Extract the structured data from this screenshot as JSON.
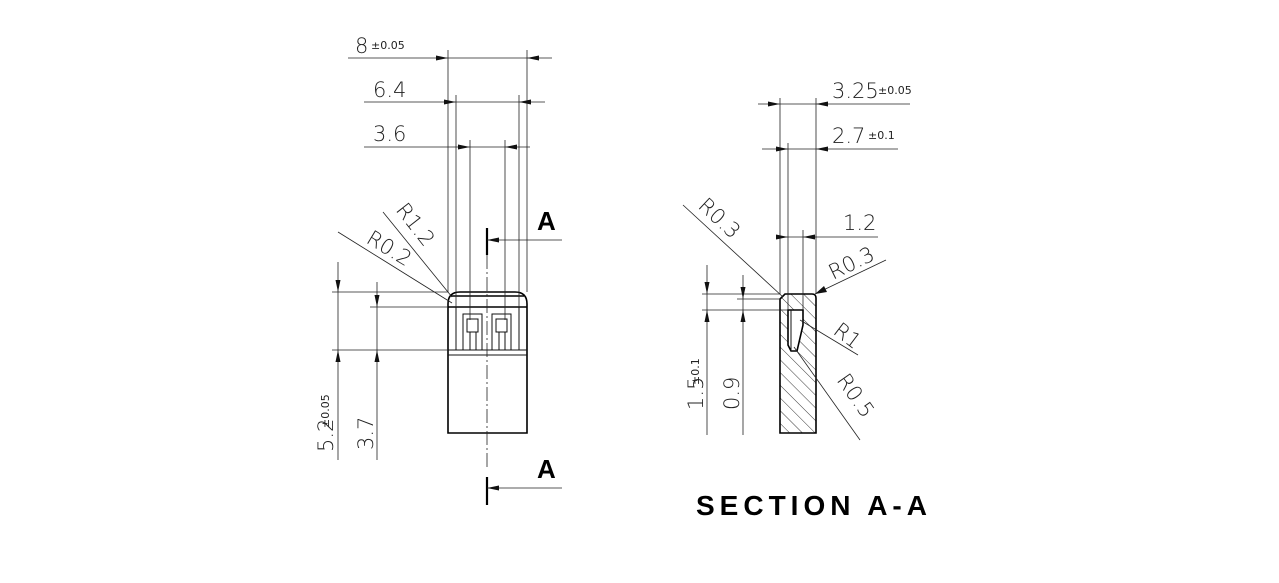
{
  "front_view": {
    "width_overall": "8",
    "width_overall_tol": "±0.05",
    "width_mid": "6.4",
    "width_inner": "3.6",
    "radius_outer": "R1.2",
    "radius_inner": "R0.2",
    "height_overall": "5.2",
    "height_overall_tol": "±0.05",
    "height_body": "3.7",
    "cut_label_top": "A",
    "cut_label_bottom": "A"
  },
  "section_view": {
    "width_overall": "3.25",
    "width_overall_tol": "±0.05",
    "width_inner": "2.7",
    "width_inner_tol": "±0.1",
    "slot_width": "1.2",
    "radius_left": "R0.3",
    "radius_right": "R0.3",
    "radius_r1": "R1",
    "radius_r05": "R0.5",
    "height_top": "1.5",
    "height_top_tol": "±0.1",
    "height_slot": "0.9",
    "title": "SECTION A-A"
  }
}
